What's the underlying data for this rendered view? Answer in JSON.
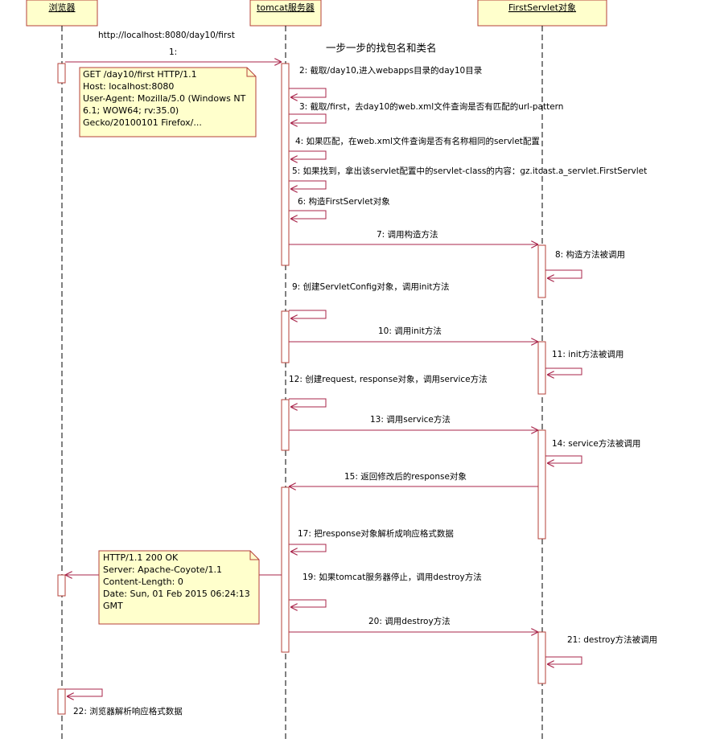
{
  "title": "一步一步的找包名和类名",
  "url_label": "http://localhost:8080/day10/first",
  "participants": [
    {
      "id": "browser",
      "label": "浏览器"
    },
    {
      "id": "tomcat",
      "label": "tomcat服务器"
    },
    {
      "id": "servlet",
      "label": "FirstServlet对象"
    }
  ],
  "messages": [
    {
      "id": "m1",
      "label": "1:"
    },
    {
      "id": "m2",
      "label": "2: 截取/day10,进入webapps目录的day10目录"
    },
    {
      "id": "m3",
      "label": "3: 截取/first，去day10的web.xml文件查询是否有匹配的url-pattern"
    },
    {
      "id": "m4",
      "label": "4: 如果匹配，在web.xml文件查询是否有名称相同的servlet配置"
    },
    {
      "id": "m5",
      "label": "5: 如果找到，拿出该servlet配置中的servlet-class的内容：gz.itcast.a_servlet.FirstServlet"
    },
    {
      "id": "m6",
      "label": "6: 构造FirstServlet对象"
    },
    {
      "id": "m7",
      "label": "7: 调用构造方法"
    },
    {
      "id": "m8",
      "label": "8: 构造方法被调用"
    },
    {
      "id": "m9",
      "label": "9: 创建ServletConfig对象，调用init方法"
    },
    {
      "id": "m10",
      "label": "10: 调用init方法"
    },
    {
      "id": "m11",
      "label": "11: init方法被调用"
    },
    {
      "id": "m12",
      "label": "12: 创建request, response对象，调用service方法"
    },
    {
      "id": "m13",
      "label": "13: 调用service方法"
    },
    {
      "id": "m14",
      "label": "14: service方法被调用"
    },
    {
      "id": "m15",
      "label": "15: 返回修改后的response对象"
    },
    {
      "id": "m17",
      "label": "17: 把response对象解析成响应格式数据"
    },
    {
      "id": "m19",
      "label": "19: 如果tomcat服务器停止，调用destroy方法"
    },
    {
      "id": "m20",
      "label": "20: 调用destroy方法"
    },
    {
      "id": "m21",
      "label": "21: destroy方法被调用"
    },
    {
      "id": "m22",
      "label": "22: 浏览器解析响应格式数据"
    }
  ],
  "notes": {
    "request": [
      "GET /day10/first HTTP/1.1",
      "Host: localhost:8080",
      "User-Agent: Mozilla/5.0 (Windows NT",
      "6.1; WOW64; rv:35.0)",
      "Gecko/20100101 Firefox/..."
    ],
    "response": [
      "HTTP/1.1 200 OK",
      "Server: Apache-Coyote/1.1",
      "Content-Length: 0",
      "Date: Sun, 01 Feb 2015 06:24:13",
      "GMT"
    ]
  },
  "colors": {
    "participant_fill": "#ffffcc",
    "participant_border": "#b5403a",
    "message_line": "#a8244a",
    "note_fill": "#ffffcc",
    "note_border": "#b5403a",
    "lifeline": "#000000"
  }
}
